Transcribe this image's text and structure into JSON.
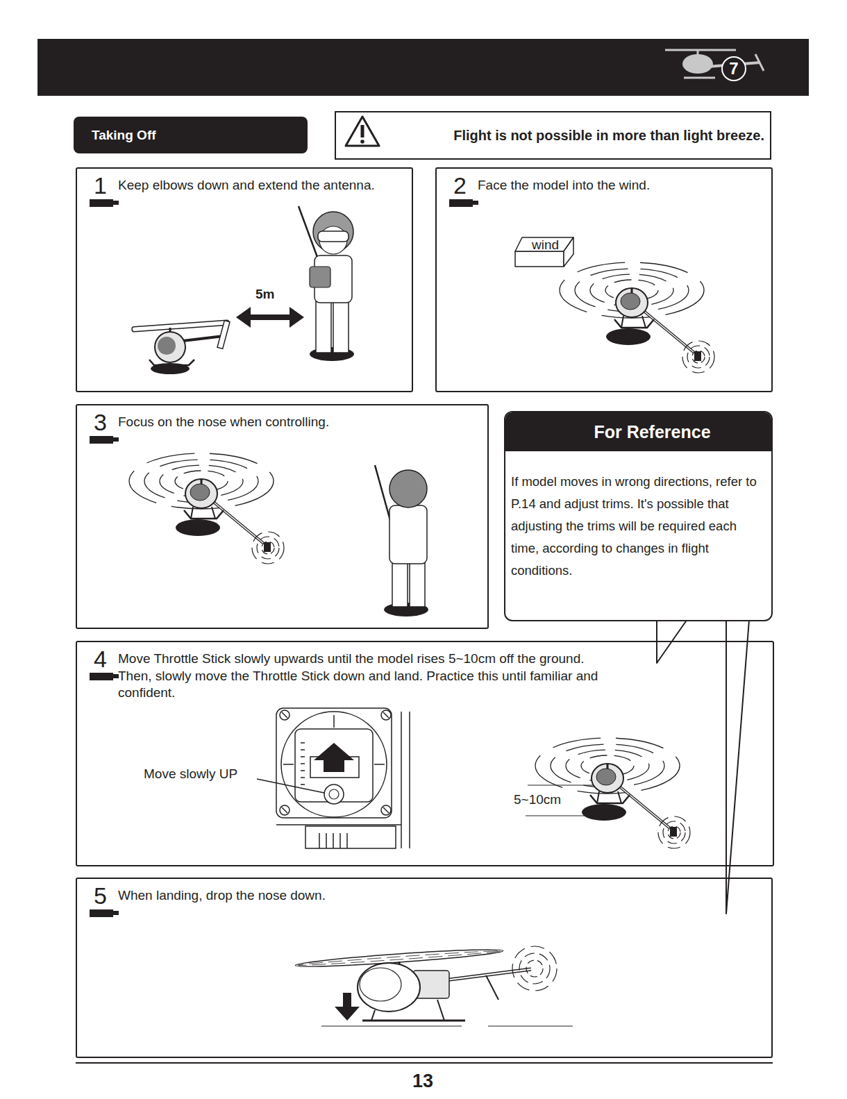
{
  "diagram": {
    "nodes": [
      {
        "text": [
          "Taking Off"
        ]
      },
      {
        "text": [
          "Flight is not possible in more than light breeze."
        ]
      },
      {
        "text": [
          "1",
          "Keep elbows down and extend the antenna."
        ]
      },
      {
        "text": [
          "2",
          "Face the model into the wind."
        ]
      },
      {
        "text": [
          "3",
          "Focus on the nose when controlling."
        ]
      },
      {
        "text": [
          "For Reference",
          "If model moves in wrong directions, refer to P.14 and adjust trims. It's possible that adjusting the trims will be required each time, according to changes in flight conditions."
        ]
      },
      {
        "text": [
          "4",
          "Move Throttle Stick slowly upwards until the model rises 5~10cm off the ground. Then, slowly move the Throttle Stick down and land. Practice this until familiar and confident."
        ]
      },
      {
        "text": [
          "5",
          "When landing, drop the nose down."
        ]
      }
    ],
    "labels": [
      "7",
      "5m",
      "wind",
      "Move slowly UP",
      "5~10cm",
      "13"
    ]
  }
}
